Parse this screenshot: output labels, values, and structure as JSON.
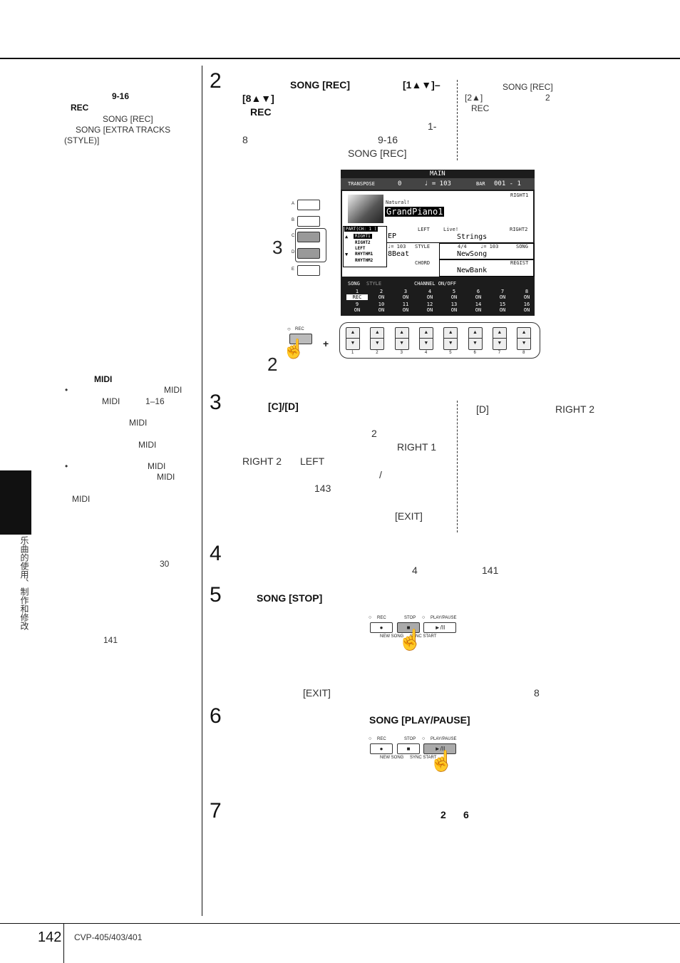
{
  "margin": {
    "n1": "9-16",
    "n2": "REC",
    "n3": "SONG [REC]",
    "n4": "SONG [EXTRA TRACKS",
    "n5": "(STYLE)]",
    "midi_title": "MIDI",
    "b1": "•",
    "m1": "MIDI",
    "m2": "MIDI",
    "m3": "1–16",
    "m4": "MIDI",
    "m5": "MIDI",
    "b2": "•",
    "m6": "MIDI",
    "m7": "MIDI",
    "m8": "MIDI",
    "p30": "30",
    "p141": "141",
    "side_tab": "乐曲的使用、制作和修改"
  },
  "steps": {
    "s2": {
      "num": "2",
      "a": "SONG [REC]",
      "b": "[1▲▼]–",
      "c": "[8▲▼]",
      "d": "REC",
      "e": "1-",
      "f": "8",
      "g": "9-16",
      "h": "SONG [REC]",
      "note1": "SONG [REC]",
      "note2": "[2▲]",
      "note3": "2",
      "note4": "REC"
    },
    "s3": {
      "num": "3",
      "a": "[C]/[D]",
      "b": "2",
      "c": "RIGHT 1",
      "d": "RIGHT 2",
      "e": "LEFT",
      "f": "/",
      "g": "143",
      "h": "[EXIT]",
      "note1": "[D]",
      "note2": "RIGHT 2"
    },
    "s4": {
      "num": "4",
      "a": "4",
      "b": "141"
    },
    "s5": {
      "num": "5",
      "a": "SONG [STOP]",
      "b": "[EXIT]",
      "c": "8"
    },
    "s6": {
      "num": "6",
      "a": "SONG [PLAY/PAUSE]"
    },
    "s7": {
      "num": "7",
      "a": "2",
      "b": "6"
    }
  },
  "lcd": {
    "title": "MAIN",
    "transpose_label": "TRANSPOSE",
    "transpose_val": "0",
    "tempo": "♩ = 103",
    "bar_label": "BAR",
    "bar_val": "001 -   1",
    "right1_label": "RIGHT1",
    "voice_cat": "Natural!",
    "voice_name": "GrandPiano1",
    "part_header": "PART(CH: 1 )",
    "parts": [
      "RIGHT1",
      "RIGHT2",
      "LEFT",
      "RHYTHM1",
      "RHYTHM2"
    ],
    "left_label": "LEFT",
    "left_voice": "EP",
    "right2_cat": "Live!",
    "right2_label": "RIGHT2",
    "right2_voice": "Strings",
    "style_tempo": "♩= 103",
    "style_label": "STYLE",
    "style_name": "8Beat",
    "song_sig": "4/4",
    "song_tempo": "♩= 103",
    "song_label": "SONG",
    "song_name": "NewSong",
    "chord_label": "CHORD",
    "regist_label": "REGIST",
    "regist_name": "NewBank",
    "tab_song": "SONG",
    "tab_style": "STYLE",
    "ch_title": "CHANNEL ON/OFF",
    "ch_row1": [
      "1",
      "2",
      "3",
      "4",
      "5",
      "6",
      "7",
      "8"
    ],
    "ch_row1_state": [
      "REC",
      "ON",
      "ON",
      "ON",
      "ON",
      "ON",
      "ON",
      "ON"
    ],
    "ch_row2": [
      "9",
      "10",
      "11",
      "12",
      "13",
      "14",
      "15",
      "16"
    ],
    "ch_row2_state": [
      "ON",
      "ON",
      "ON",
      "ON",
      "ON",
      "ON",
      "ON",
      "ON"
    ]
  },
  "panel": {
    "side_buttons": [
      "A",
      "B",
      "C",
      "D",
      "E"
    ],
    "callout3": "3",
    "callout2": "2",
    "rec": "REC",
    "plus": "+",
    "nums": [
      "1",
      "2",
      "3",
      "4",
      "5",
      "6",
      "7",
      "8"
    ],
    "transport": [
      "REC",
      "STOP",
      "PLAY/PAUSE"
    ],
    "transport_glyphs": [
      "●",
      "■",
      "►/II"
    ],
    "sub_labels": [
      "NEW SONG",
      "SYNC START"
    ]
  },
  "footer": {
    "page": "142",
    "model": "CVP-405/403/401"
  }
}
